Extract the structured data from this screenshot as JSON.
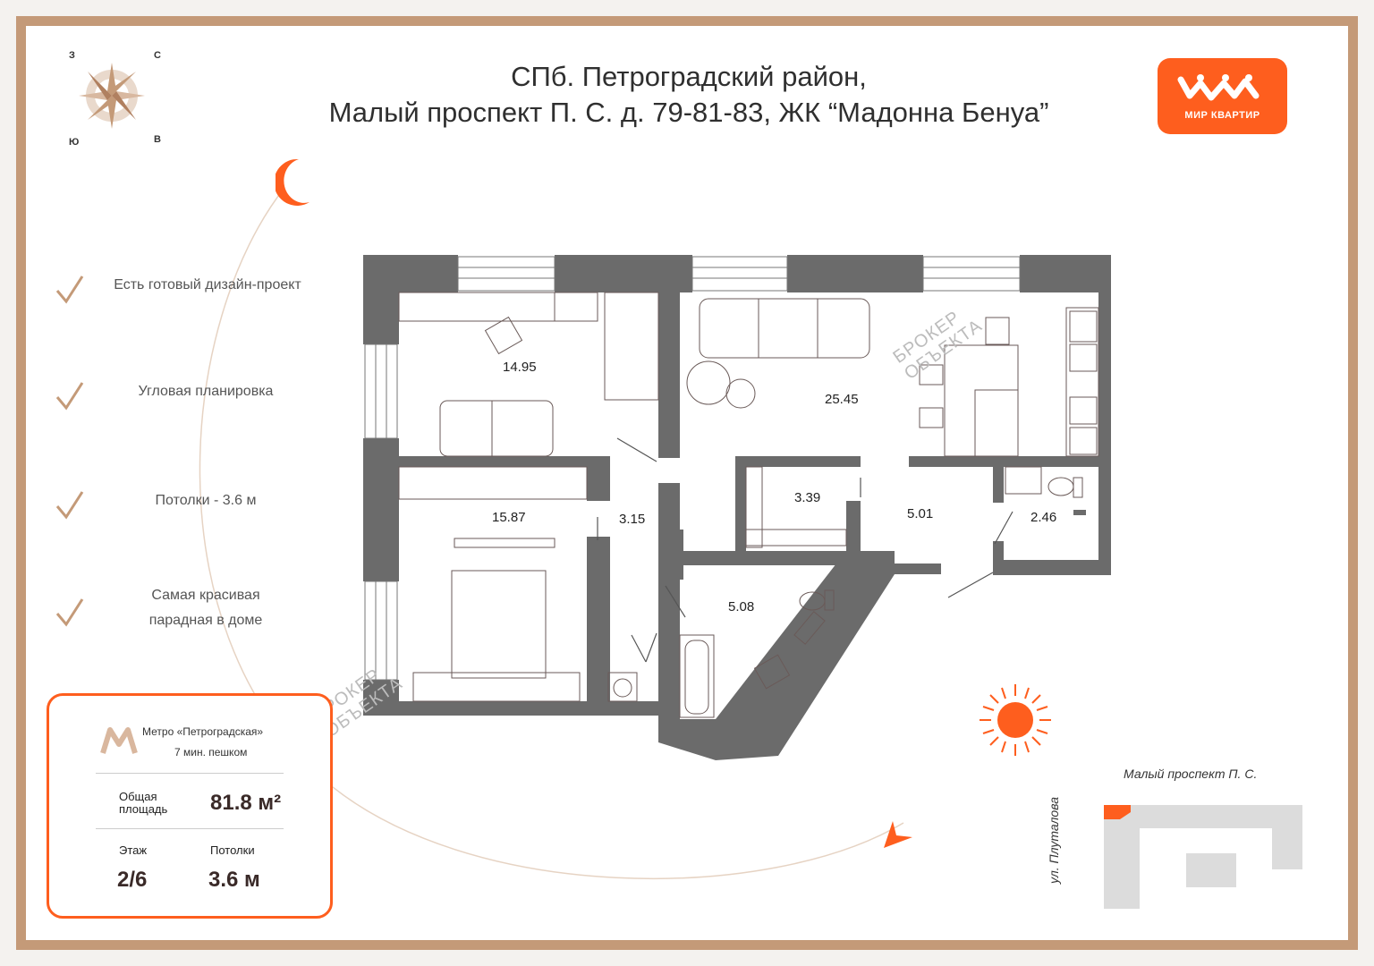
{
  "title": {
    "line1": "СПб. Петроградский район,",
    "line2": "Малый проспект П. С. д. 79-81-83, ЖК “Мадонна Бенуа”"
  },
  "logo": {
    "text": "МИР КВАРТИР",
    "color": "#fe5e1e"
  },
  "compass": {
    "n": "С",
    "w": "З",
    "s": "Ю",
    "e": "В"
  },
  "features": [
    {
      "text": "Есть готовый дизайн-проект"
    },
    {
      "text": "Угловая планировка"
    },
    {
      "text": "Потолки - 3.6 м"
    },
    {
      "text": "Самая красивая парадная в доме"
    }
  ],
  "info": {
    "metro_name": "Метро «Петроградская»",
    "metro_time": "7 мин. пешком",
    "area_label": "Общая площадь",
    "area_value": "81.8 м²",
    "floor_label": "Этаж",
    "floor_value": "2/6",
    "ceiling_label": "Потолки",
    "ceiling_value": "3.6 м"
  },
  "rooms": [
    "14.95",
    "25.45",
    "15.87",
    "3.15",
    "3.39",
    "5.01",
    "2.46",
    "5.08"
  ],
  "streets": {
    "horizontal": "Малый проспект П. С.",
    "vertical": "ул. Плуталова"
  },
  "watermark": {
    "line1": "БРОКЕР",
    "line2": "ОБЪЕКТА"
  },
  "colors": {
    "accent": "#fe5e1e",
    "frame": "#c49a78",
    "wall": "#6b6b6b"
  }
}
